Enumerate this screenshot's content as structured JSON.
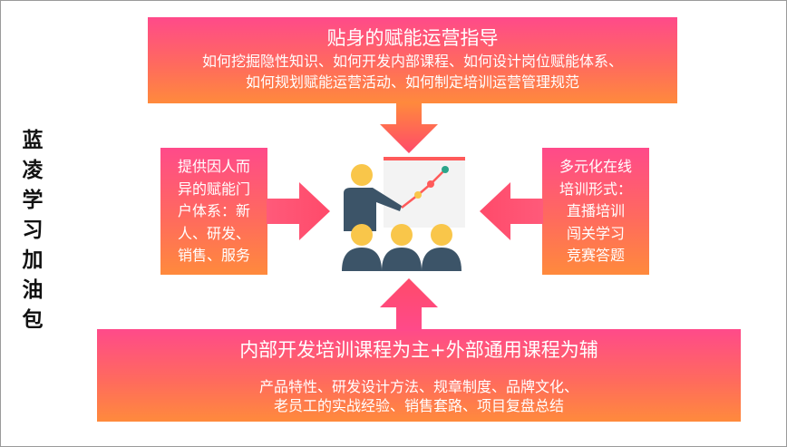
{
  "side_title": [
    "蓝",
    "凌",
    "学",
    "习",
    "加",
    "油",
    "包"
  ],
  "top_box": {
    "title": "贴身的赋能运营指导",
    "lines": [
      "如何挖掘隐性知识、如何开发内部课程、如何设计岗位赋能体系、",
      "如何规划赋能运营活动、如何制定培训运营管理规范"
    ]
  },
  "left_box": {
    "lines": [
      "提供因人而",
      "异的赋能门",
      "户体系：新",
      "人、研发、",
      "销售、服务"
    ]
  },
  "right_box": {
    "lines": [
      "多元化在线",
      "培训形式：",
      "直播培训",
      "闯关学习",
      "竞赛答题"
    ]
  },
  "bottom_box": {
    "title": "内部开发培训课程为主+外部通用课程为辅",
    "lines": [
      "产品特性、研发设计方法、规章制度、品牌文化、",
      "老员工的实战经验、销售套路、项目复盘总结"
    ]
  },
  "colors": {
    "gradient_top": "#ff4a8a",
    "gradient_bottom": "#ff8a3c",
    "figure_head": "#f9c64a",
    "figure_body": "#3c5468",
    "board": "#f3f3f3"
  },
  "icons": {
    "center": "presentation-teacher-icon",
    "arrows": [
      "arrow-down-icon",
      "arrow-right-icon",
      "arrow-left-icon",
      "arrow-up-icon"
    ]
  }
}
